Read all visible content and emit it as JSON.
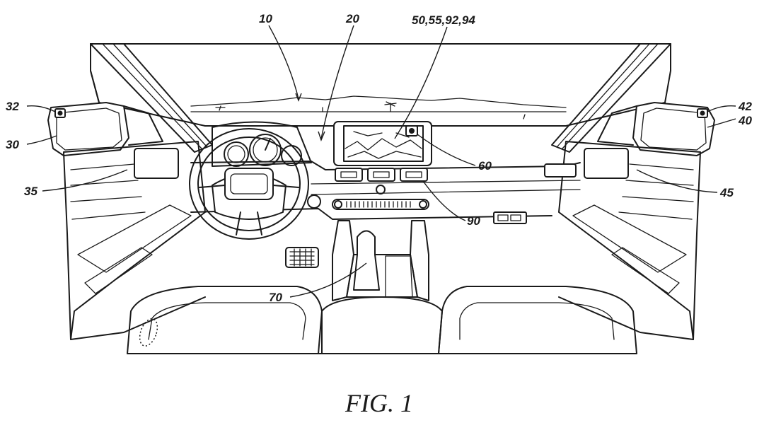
{
  "figure": {
    "caption": "FIG. 1",
    "reference_numerals": {
      "vehicle": "10",
      "dashboard": "20",
      "display_group": "50,55,92,94",
      "left_mirror_camera": "32",
      "left_mirror": "30",
      "left_door_panel": "35",
      "right_mirror_camera": "42",
      "right_mirror": "40",
      "right_door_panel": "45",
      "display_camera": "60",
      "vent_controls": "90",
      "gear_shifter": "70"
    }
  }
}
